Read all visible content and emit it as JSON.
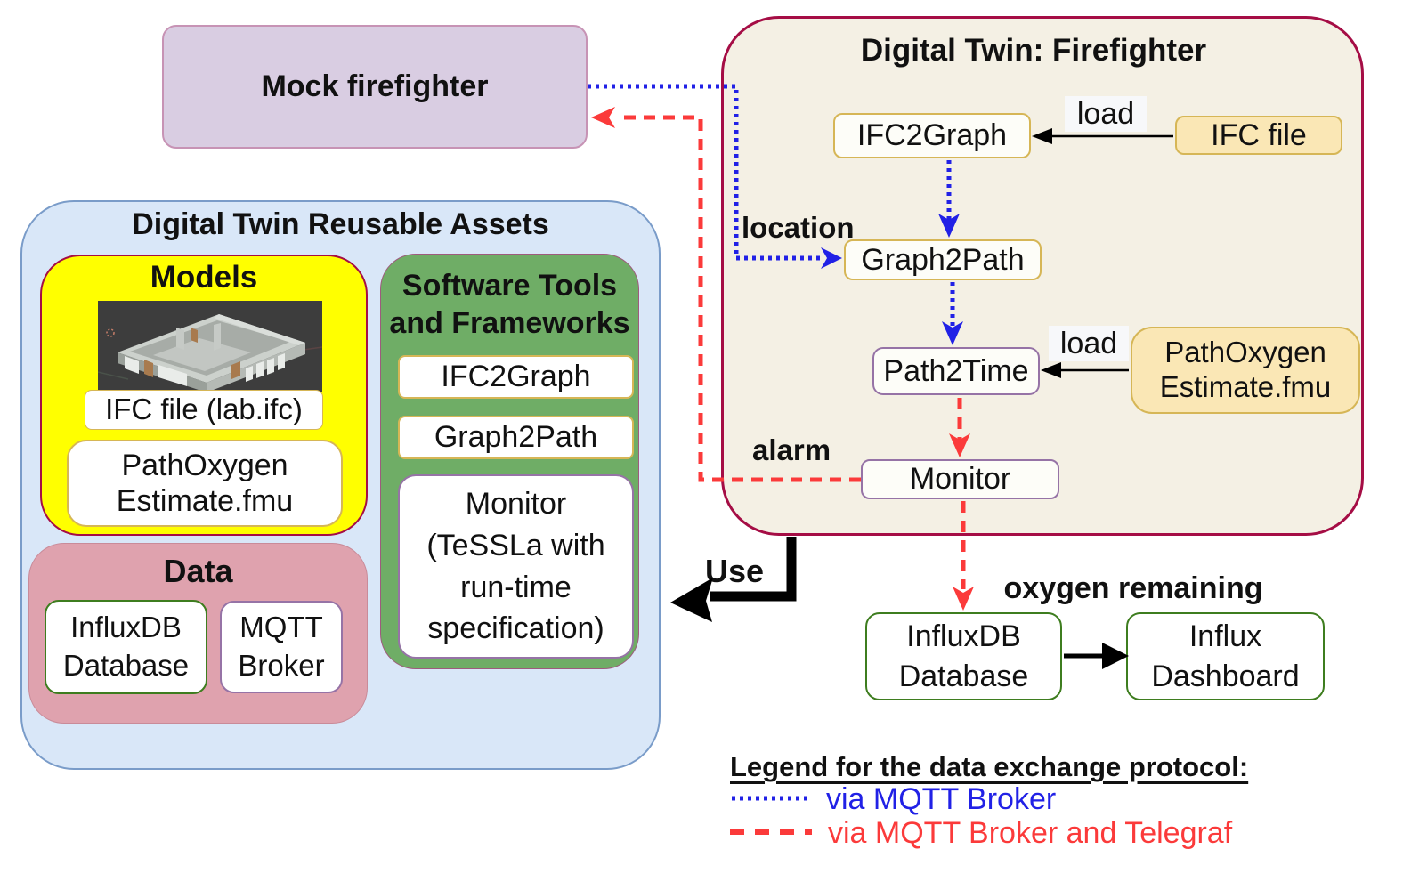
{
  "mock_firefighter": "Mock firefighter",
  "digital_twin": {
    "title": "Digital Twin: Firefighter",
    "ifc2graph": "IFC2Graph",
    "load_top": "load",
    "ifc_file": "IFC file",
    "location_label": "location",
    "graph2path": "Graph2Path",
    "path2time": "Path2Time",
    "load_bottom": "load",
    "path_oxygen": "PathOxygen Estimate.fmu",
    "alarm_label": "alarm",
    "monitor": "Monitor"
  },
  "assets": {
    "title": "Digital Twin Reusable Assets",
    "models_title": "Models",
    "model_image": "3d-ifc-building-model-screenshot",
    "ifc_lab_file": "IFC file (lab.ifc)",
    "path_oxygen_fmu": "PathOxygen Estimate.fmu",
    "software_title": "Software Tools\nand Frameworks",
    "sw_ifc2graph": "IFC2Graph",
    "sw_graph2path": "Graph2Path",
    "sw_monitor": "Monitor\n(TeSSLa with\nrun-time\nspecification)",
    "data_title": "Data",
    "influxdb": "InfluxDB Database",
    "mqtt": "MQTT Broker"
  },
  "outputs": {
    "use_label": "Use",
    "oxygen_label": "oxygen remaining",
    "influxdb": "InfluxDB Database",
    "dashboard": "Influx Dashboard"
  },
  "legend": {
    "title": "Legend for the data exchange protocol:",
    "items": [
      {
        "style": "dotted",
        "color": "#2121e6",
        "label": "via MQTT Broker"
      },
      {
        "style": "dashed",
        "color": "#fb3a3a",
        "label": "via MQTT Broker and Telegraf"
      }
    ]
  },
  "colors": {
    "dt_container_fill": "#f4f0e4",
    "dt_container_border": "#a50d45",
    "gold_border": "#d6b656",
    "yellow_node_fill": "#fae7b5",
    "purple_border": "#9673a6",
    "green_border": "#3e7d1f",
    "assets_fill": "#d9e7f8",
    "assets_border": "#7a9cc9",
    "models_fill": "#ffff00",
    "data_fill": "#dfa2ae",
    "software_fill": "#6fad66",
    "mock_fill": "#d9cde2",
    "mock_border": "#c793b5",
    "mqtt_line": "#2121e6",
    "telegraf_line": "#fb3a3a"
  }
}
